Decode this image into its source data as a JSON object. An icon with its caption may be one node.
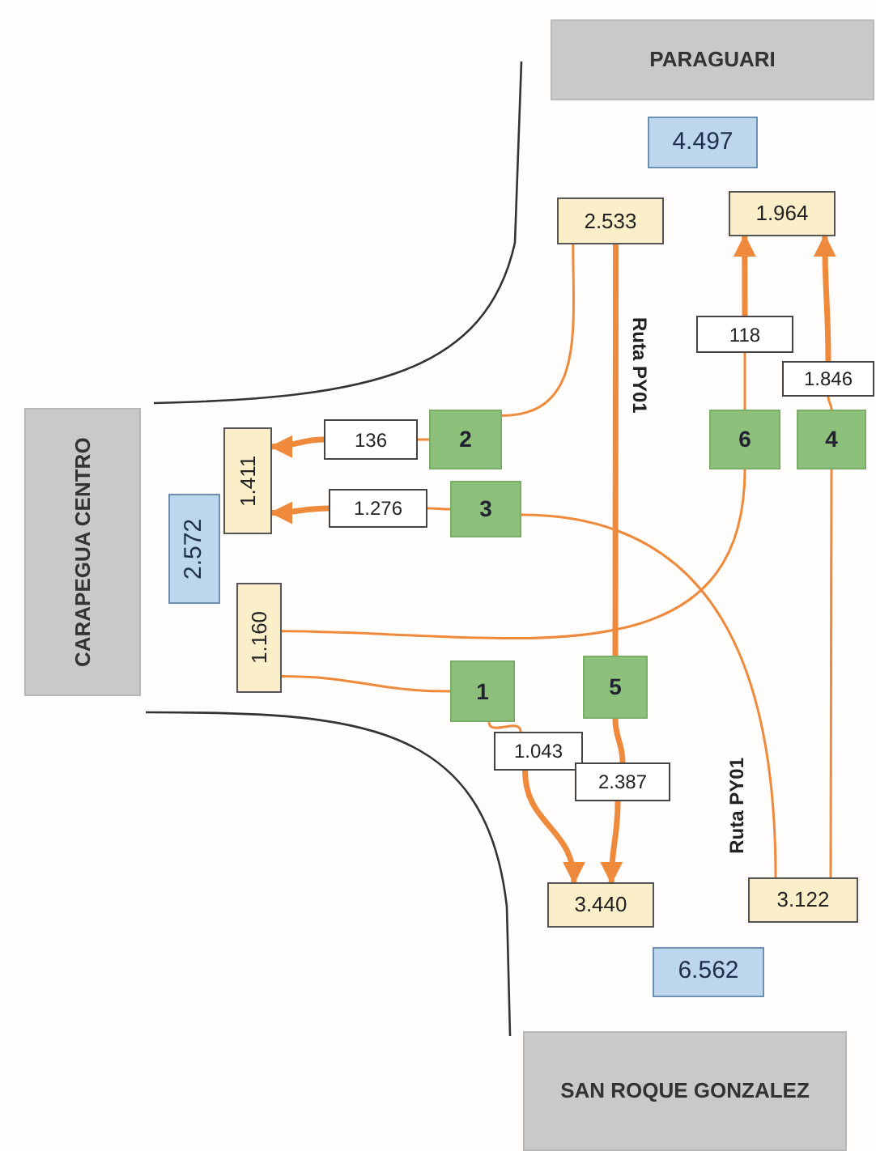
{
  "diagram": {
    "nodes": [
      {
        "text": [
          "PARAGUARI"
        ]
      },
      {
        "text": [
          "4.497"
        ]
      },
      {
        "text": [
          "2.533"
        ]
      },
      {
        "text": [
          "1.964"
        ]
      },
      {
        "text": [
          "CARAPEGUA CENTRO"
        ]
      },
      {
        "text": [
          "2.572"
        ]
      },
      {
        "text": [
          "1.411"
        ]
      },
      {
        "text": [
          "1.160"
        ]
      },
      {
        "text": [
          "3.440"
        ]
      },
      {
        "text": [
          "3.122"
        ]
      },
      {
        "text": [
          "6.562"
        ]
      },
      {
        "text": [
          "SAN ROQUE GONZALEZ"
        ]
      },
      {
        "text": [
          "2"
        ]
      },
      {
        "text": [
          "3"
        ]
      },
      {
        "text": [
          "6"
        ]
      },
      {
        "text": [
          "4"
        ]
      },
      {
        "text": [
          "1"
        ]
      },
      {
        "text": [
          "5"
        ]
      },
      {
        "text": [
          "136"
        ]
      },
      {
        "text": [
          "1.276"
        ]
      },
      {
        "text": [
          "118"
        ]
      },
      {
        "text": [
          "1.846"
        ]
      },
      {
        "text": [
          "1.043"
        ]
      },
      {
        "text": [
          "2.387"
        ]
      }
    ],
    "edges": [
      {
        "from": 2,
        "to": 12,
        "arrow": "none"
      },
      {
        "from": 12,
        "to": 18,
        "arrow": "none"
      },
      {
        "from": 18,
        "to": 6,
        "arrow": "to",
        "style": "thick"
      },
      {
        "from": 13,
        "to": 19,
        "arrow": "none"
      },
      {
        "from": 19,
        "to": 6,
        "arrow": "to",
        "style": "thick"
      },
      {
        "from": 9,
        "to": 13,
        "arrow": "none"
      },
      {
        "from": 7,
        "to": 14,
        "arrow": "none"
      },
      {
        "from": 14,
        "to": 20,
        "arrow": "none"
      },
      {
        "from": 20,
        "to": 3,
        "arrow": "to",
        "style": "thick"
      },
      {
        "from": 9,
        "to": 15,
        "arrow": "none"
      },
      {
        "from": 15,
        "to": 21,
        "arrow": "none"
      },
      {
        "from": 21,
        "to": 3,
        "arrow": "to",
        "style": "thick"
      },
      {
        "from": 7,
        "to": 16,
        "arrow": "none"
      },
      {
        "from": 16,
        "to": 22,
        "arrow": "none"
      },
      {
        "from": 22,
        "to": 8,
        "arrow": "to",
        "style": "thick"
      },
      {
        "from": 2,
        "to": 17,
        "arrow": "none",
        "style": "thick"
      },
      {
        "from": 17,
        "to": 23,
        "arrow": "none",
        "style": "thick"
      },
      {
        "from": 23,
        "to": 8,
        "arrow": "to",
        "style": "thick"
      }
    ],
    "labels": [
      "Ruta PY01",
      "Ruta PY01"
    ]
  }
}
